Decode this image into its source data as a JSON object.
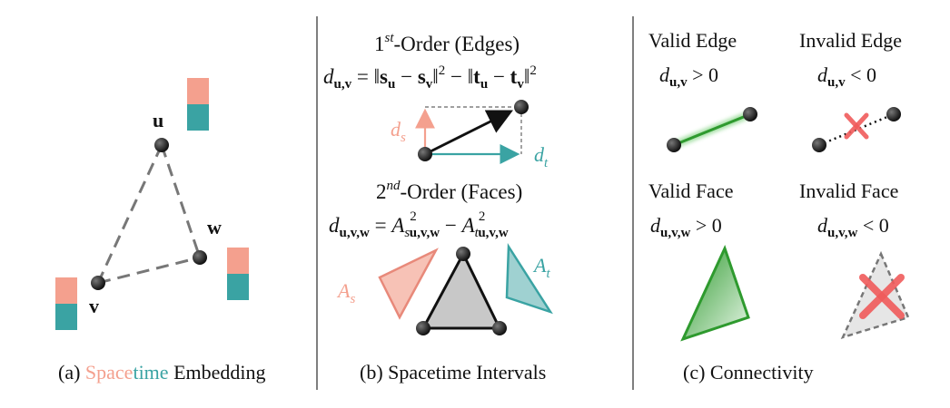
{
  "panel_a": {
    "caption_prefix": "(a) ",
    "caption_space": "Space",
    "caption_time": "time",
    "caption_suffix": " Embedding",
    "node_u": "u",
    "node_v": "v",
    "node_w": "w"
  },
  "panel_b": {
    "first_order_1": "1",
    "first_order_sup": "st",
    "first_order_rest": "-Order (Edges)",
    "d_sym": "d",
    "sub_uv": "u,v",
    "eq_norm_open": " = ‖",
    "s_bold": "s",
    "sub_u": "u",
    "minus": " − ",
    "sub_v": "v",
    "eq_norm_close": "‖",
    "sq": "2",
    "minus2": " − ‖",
    "t_bold": "t",
    "ds_label_d": "d",
    "ds_label_sub": "s",
    "dt_label_d": "d",
    "dt_label_sub": "t",
    "second_order_2": "2",
    "second_order_sup": "nd",
    "second_order_rest": "-Order (Faces)",
    "sub_uvw": "u,v,w",
    "eq_equals": " = ",
    "A_sym": "A",
    "As_sub": "s",
    "At_sub": "t",
    "As_label_A": "A",
    "As_label_sub": "s",
    "At_label_A": "A",
    "At_label_sub": "t",
    "caption": "(b) Spacetime Intervals"
  },
  "panel_c": {
    "valid_edge": "Valid Edge",
    "invalid_edge": "Invalid Edge",
    "valid_face": "Valid Face",
    "invalid_face": "Invalid Face",
    "gt_zero": " > 0",
    "lt_zero": " < 0",
    "caption": "(c) Connectivity"
  },
  "colors": {
    "space": "#f4a08e",
    "time": "#3aa3a3",
    "green": "#2e9a2e",
    "red": "#f05b5b",
    "gray_face": "#c8c8c8",
    "node": "#222222"
  }
}
